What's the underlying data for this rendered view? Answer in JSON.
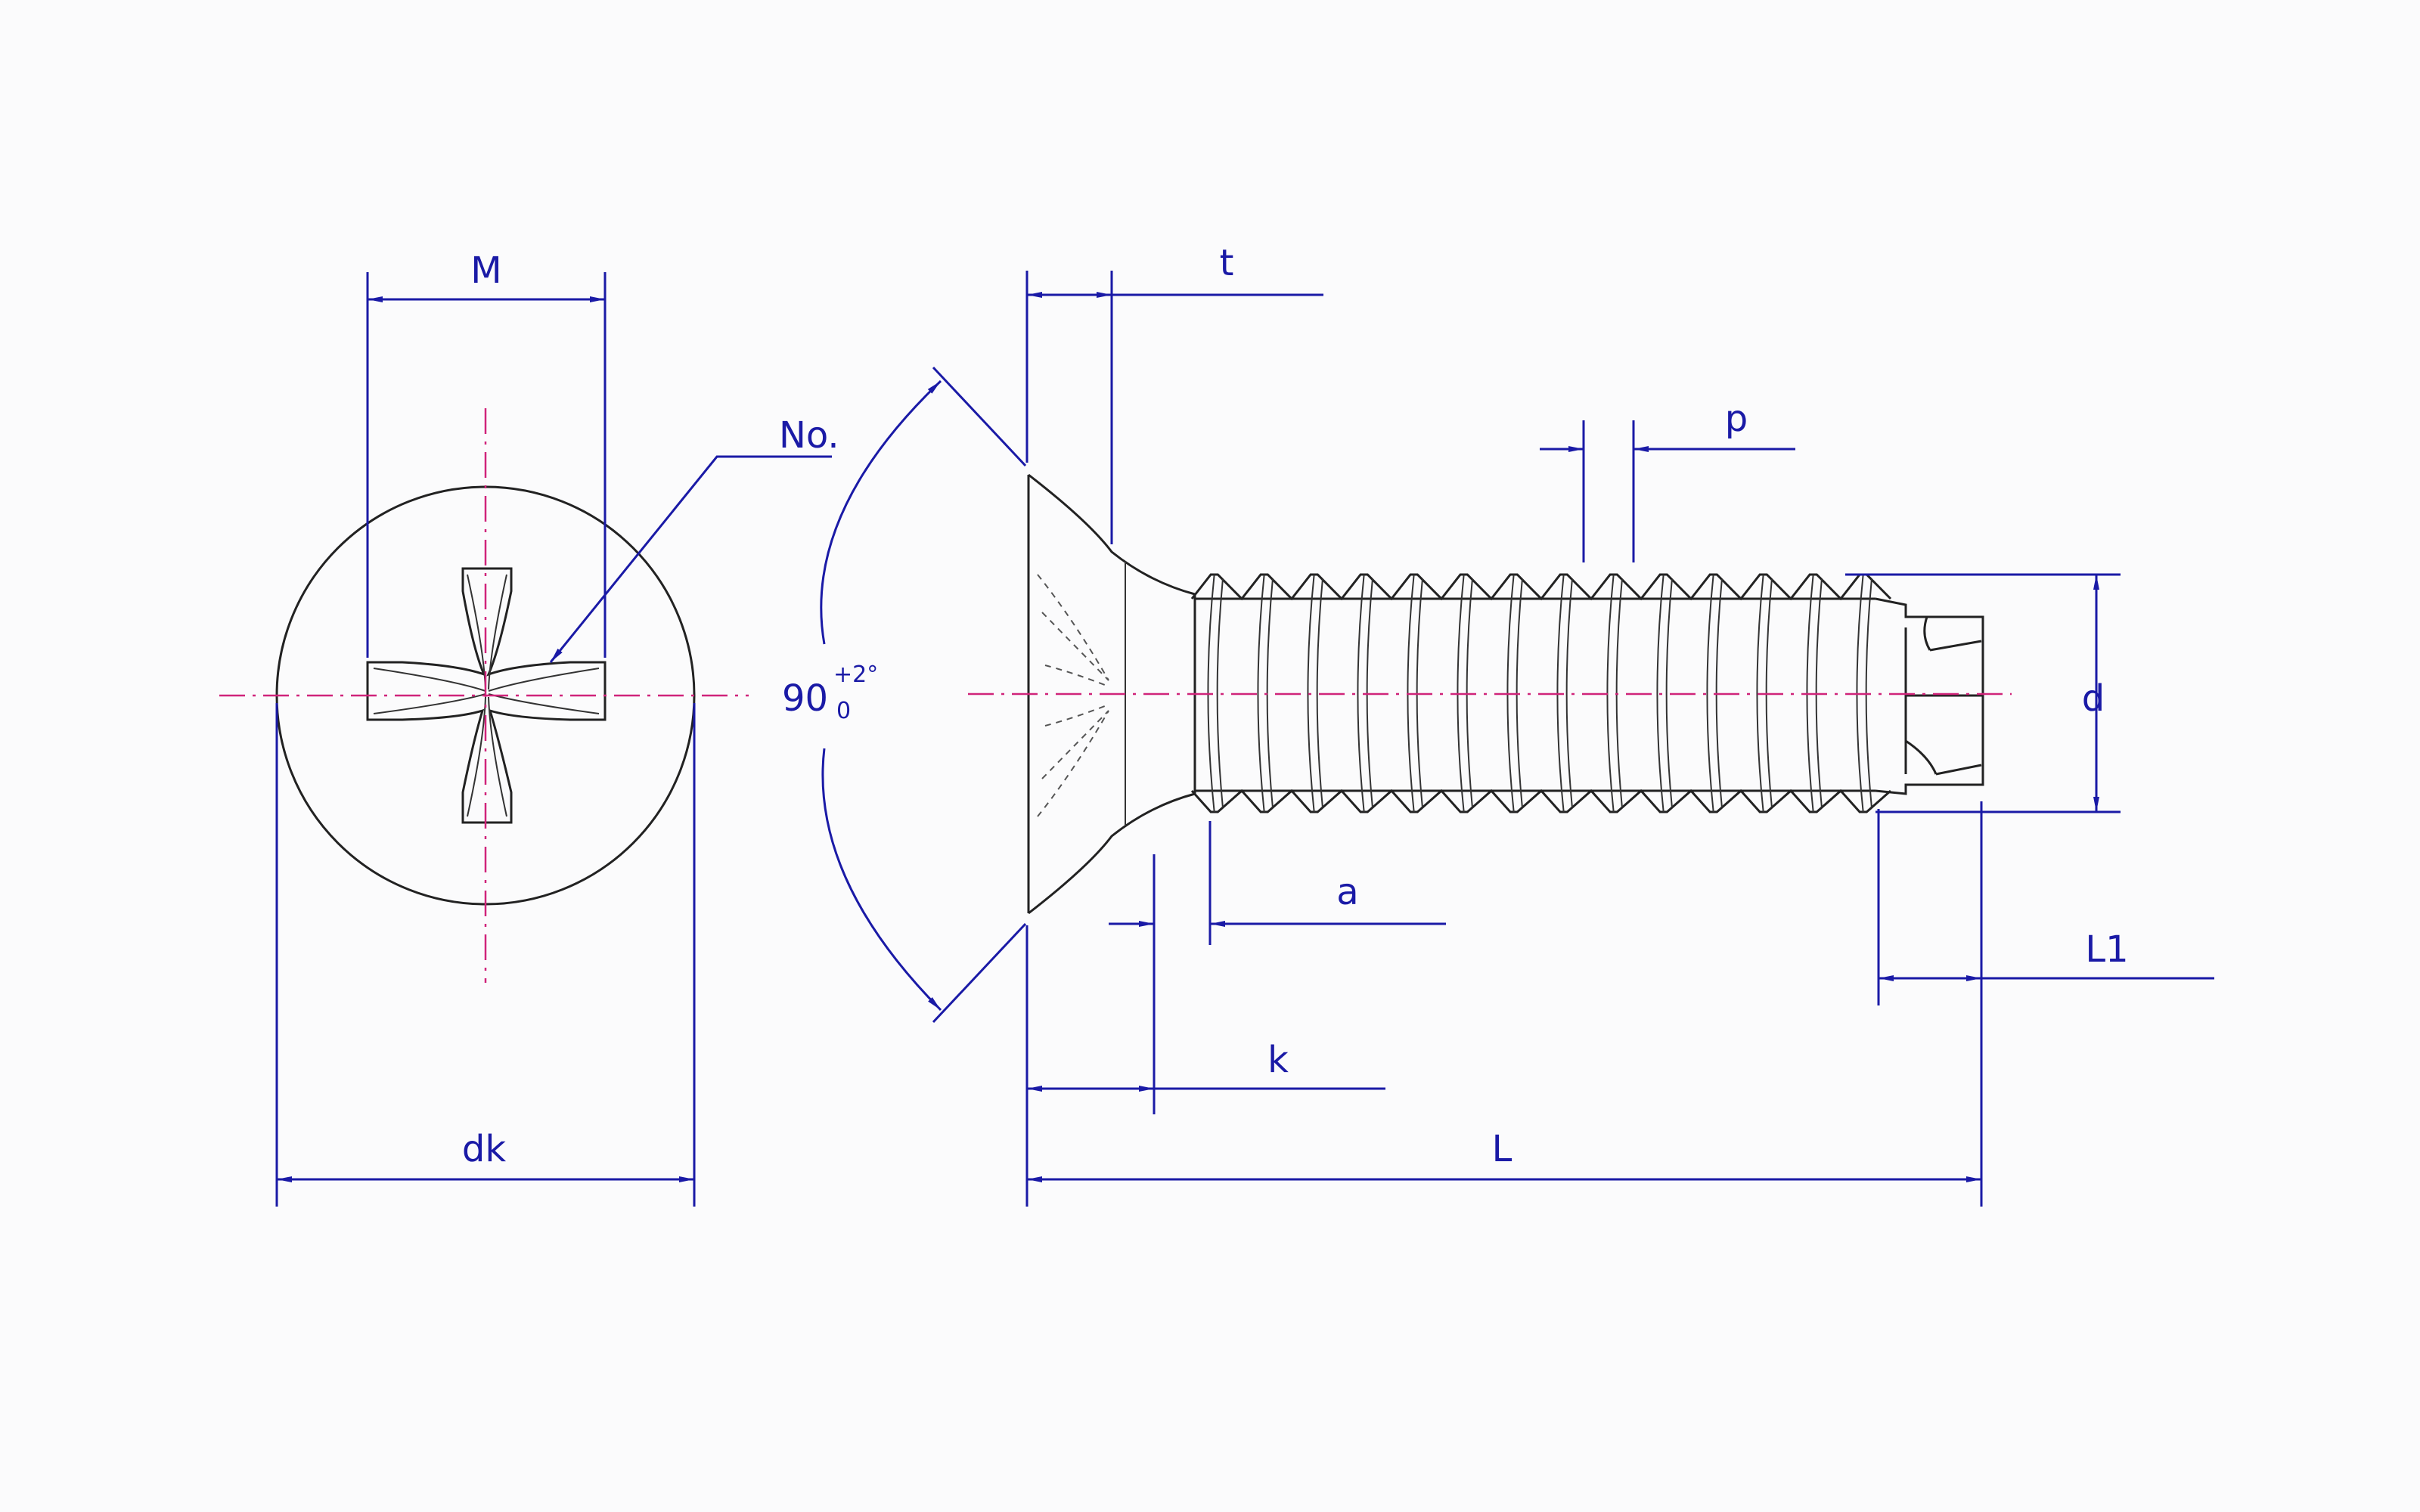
{
  "labels": {
    "M": "M",
    "No": "No.",
    "t": "t",
    "p": "p",
    "angle_main": "90",
    "angle_plus": "+2°",
    "angle_minus": "0",
    "d": "d",
    "a": "a",
    "L1": "L1",
    "k": "k",
    "dk": "dk",
    "L": "L"
  },
  "colors": {
    "dimension": "#1a1aa6",
    "centerline": "#d0247a",
    "part": "#222222",
    "background": "#fbfbfc"
  }
}
